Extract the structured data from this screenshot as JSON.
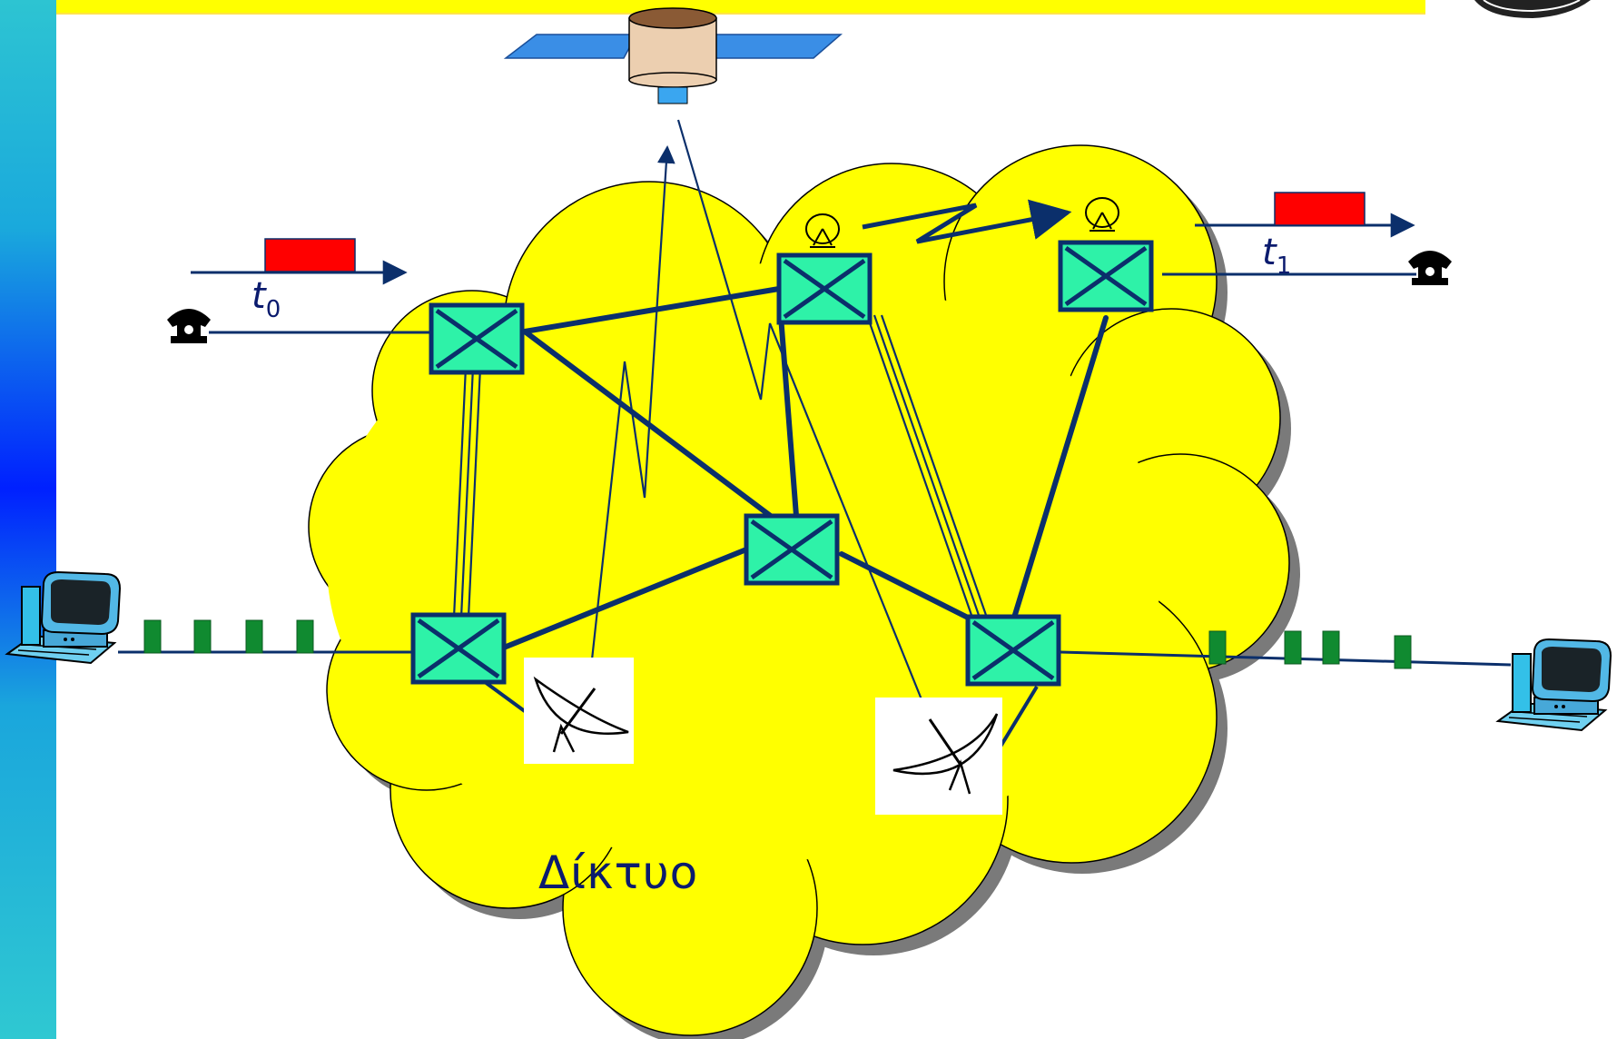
{
  "network": {
    "label": "Δίκτυο"
  },
  "timelines": {
    "left": {
      "var": "t",
      "sub": "0"
    },
    "right": {
      "var": "t",
      "sub": "1"
    }
  },
  "colors": {
    "cloud": "#ffff00",
    "switch": "#2ef2a8",
    "link": "#0b2f6b",
    "circuit_block": "#ff0000",
    "packet": "#108a30",
    "sidebar_mid": "#0020ff",
    "sidebar_edge": "#2dc4d2"
  },
  "icons": [
    "satellite-icon",
    "telephone-icon",
    "computer-icon",
    "dish-antenna-icon",
    "switch-icon",
    "logo-emblem"
  ]
}
